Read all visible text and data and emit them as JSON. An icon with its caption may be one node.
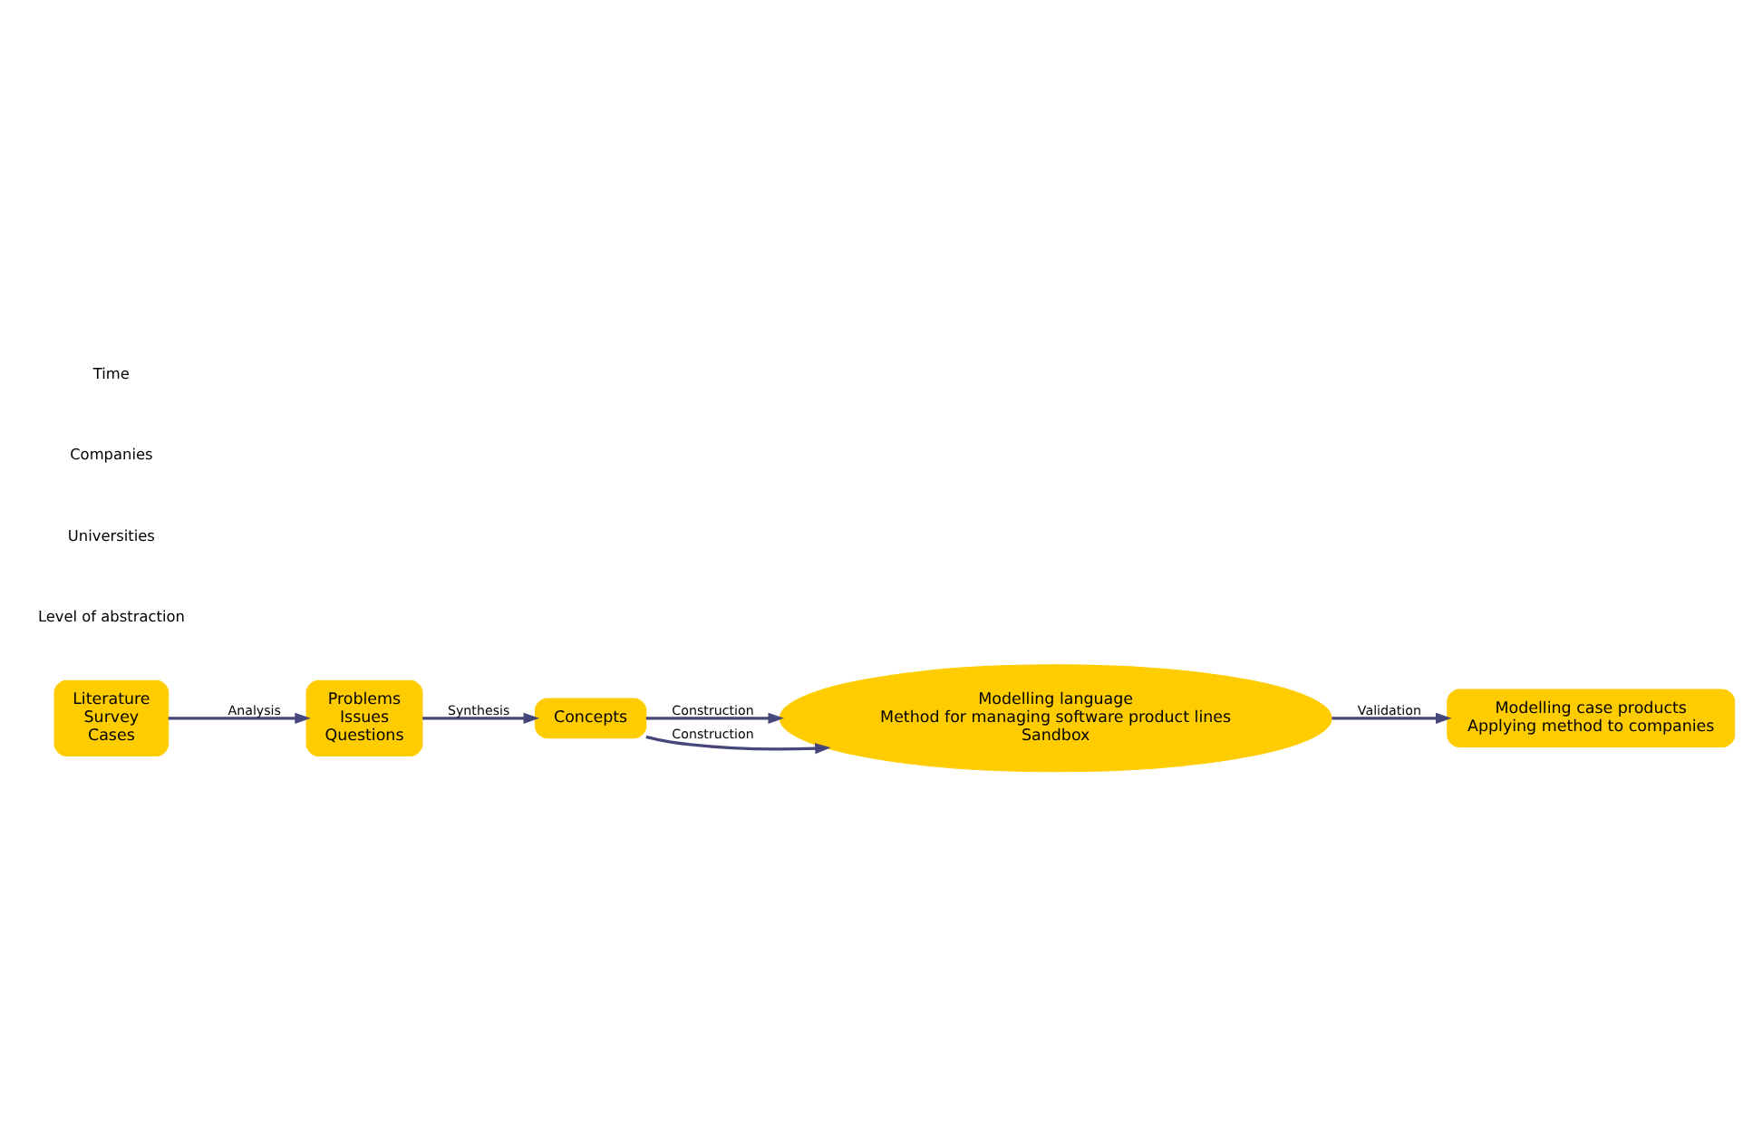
{
  "diagram": {
    "nodes": [
      {
        "text": [
          "Literature",
          "Survey",
          "Cases"
        ]
      },
      {
        "text": [
          "Problems",
          "Issues",
          "Questions"
        ]
      },
      {
        "text": [
          "Concepts"
        ]
      },
      {
        "text": [
          "Modelling language",
          "Method for managing software product lines",
          "Sandbox"
        ]
      },
      {
        "text": [
          "Modelling case products",
          "Applying method to companies"
        ]
      }
    ],
    "edges": [
      {
        "from": 0,
        "to": 1,
        "arrow": "to",
        "label": "Analysis"
      },
      {
        "from": 1,
        "to": 2,
        "arrow": "to",
        "label": "Synthesis"
      },
      {
        "from": 2,
        "to": 3,
        "arrow": "to",
        "label": "Construction"
      },
      {
        "from": 2,
        "to": 3,
        "arrow": "to",
        "label": "Construction"
      },
      {
        "from": 3,
        "to": 4,
        "arrow": "to",
        "label": "Validation"
      }
    ],
    "labels": [
      "Level of abstraction",
      "Universities",
      "Companies",
      "Time"
    ]
  }
}
